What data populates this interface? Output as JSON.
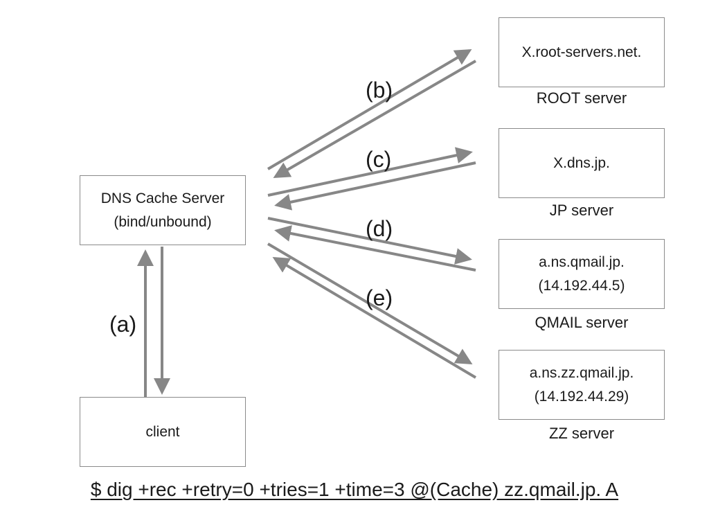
{
  "cache": {
    "line1": "DNS Cache Server",
    "line2": "(bind/unbound)"
  },
  "client": {
    "label": "client"
  },
  "servers": [
    {
      "line1": "X.root-servers.net.",
      "line2": "",
      "caption": "ROOT server"
    },
    {
      "line1": "X.dns.jp.",
      "line2": "",
      "caption": "JP server"
    },
    {
      "line1": "a.ns.qmail.jp.",
      "line2": "(14.192.44.5)",
      "caption": "QMAIL server"
    },
    {
      "line1": "a.ns.zz.qmail.jp.",
      "line2": "(14.192.44.29)",
      "caption": "ZZ server"
    }
  ],
  "steps": {
    "a": "(a)",
    "b": "(b)",
    "c": "(c)",
    "d": "(d)",
    "e": "(e)"
  },
  "command": "$ dig +rec +retry=0 +tries=1 +time=3 @(Cache) zz.qmail.jp. A",
  "colors": {
    "arrow": "#878787",
    "border": "#8a8a8a",
    "text": "#1a1a1a"
  }
}
